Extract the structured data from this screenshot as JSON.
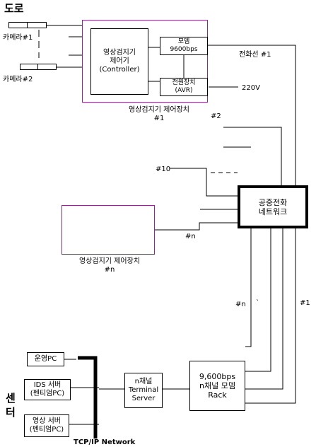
{
  "road": {
    "label": "도로"
  },
  "center_side": {
    "label_1": "센",
    "label_2": "터"
  },
  "cameras": [
    {
      "label": "카메라#1"
    },
    {
      "label": "카메라#2"
    }
  ],
  "controller_1": {
    "detector_label": "영상검지기\n제어기\n(Controller)",
    "modem_label": "모뎀\n9600bps",
    "power_label": "전원장치\n(AVR)",
    "caption_line1": "영상검지기 제어장치",
    "caption_line2": "#1"
  },
  "controller_n": {
    "caption_line1": "영상검지기 제어장치",
    "caption_line2": "#n"
  },
  "pstn": {
    "label": "공중전화\n네트워크"
  },
  "line_labels": {
    "phone_line_1": "전화선 #1",
    "voltage": "220V",
    "ctrl_2": "#2",
    "ctrl_10": "#10",
    "ctrl_n": "#n",
    "modem_n": "#n",
    "modem_dot": "`",
    "modem_1": "#1"
  },
  "ops_pc": {
    "label": "운영PC"
  },
  "ids_server": {
    "label": "IDS 서버\n(펜티엄PC)"
  },
  "video_server": {
    "label": "영상 서버\n(펜티엄PC)"
  },
  "terminal_server": {
    "label": "n채널\nTerminal\nServer"
  },
  "modem_rack": {
    "label": "9,600bps\nn채널 모뎀\nRack"
  },
  "network": {
    "label": "TCP/IP Network"
  },
  "colors": {
    "frame": "#8a2a8a",
    "line": "#000000"
  }
}
